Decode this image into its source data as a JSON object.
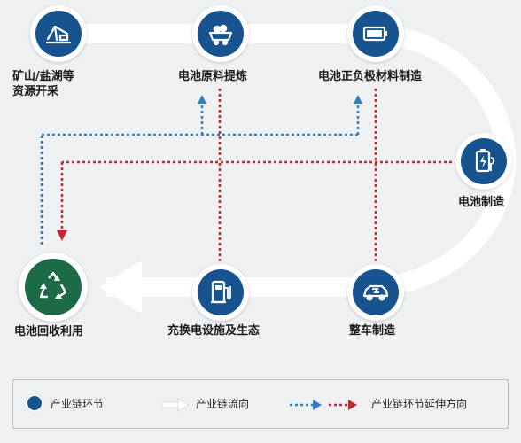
{
  "nodes": {
    "mining": {
      "label_line1": "矿山/盐湖等",
      "label_line2": "资源开采",
      "icon": "mining-derrick-icon"
    },
    "refining": {
      "label": "电池原料提炼",
      "icon": "mine-cart-icon"
    },
    "cathode": {
      "label": "电池正负极材料制造",
      "icon": "battery-icon"
    },
    "cell": {
      "label": "电池制造",
      "icon": "battery-charge-icon"
    },
    "vehicle": {
      "label": "整车制造",
      "icon": "electric-car-icon"
    },
    "charging": {
      "label": "充换电设施及生态",
      "icon": "charging-station-icon"
    },
    "recycling": {
      "label": "电池回收利用",
      "icon": "recycle-icon"
    }
  },
  "legend": {
    "node_label": "产业链环节",
    "flow_label": "产业链流向",
    "extension_label": "产业链环节延伸方向"
  },
  "colors": {
    "node_blue": "#17538f",
    "node_green": "#1d6b46",
    "flow": "#ffffff",
    "extension_blue": "#2f7fc1",
    "extension_red": "#c8262b"
  }
}
